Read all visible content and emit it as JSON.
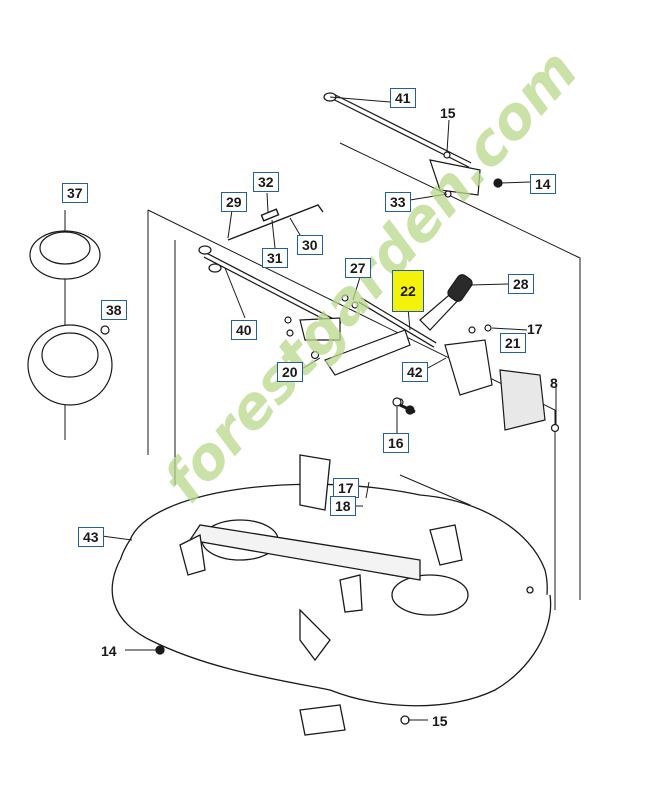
{
  "part_labels": {
    "p41": "41",
    "p15a": "15",
    "p14a": "14",
    "p33": "33",
    "p37": "37",
    "p32": "32",
    "p29": "29",
    "p30": "30",
    "p31": "31",
    "p38": "38",
    "p27": "27",
    "p22": "22",
    "p28": "28",
    "p40": "40",
    "p17a": "17",
    "p21": "21",
    "p20": "20",
    "p42": "42",
    "p8": "8",
    "p16": "16",
    "p17b": "17",
    "p18": "18",
    "p43": "43",
    "p14b": "14",
    "p15b": "15"
  },
  "watermark": {
    "text": "forestgarden.com"
  },
  "colors": {
    "box_border": "#1f5fa8",
    "highlight": "#f4f20a",
    "line": "#1a1a1a",
    "watermark": "#b9d88a"
  }
}
